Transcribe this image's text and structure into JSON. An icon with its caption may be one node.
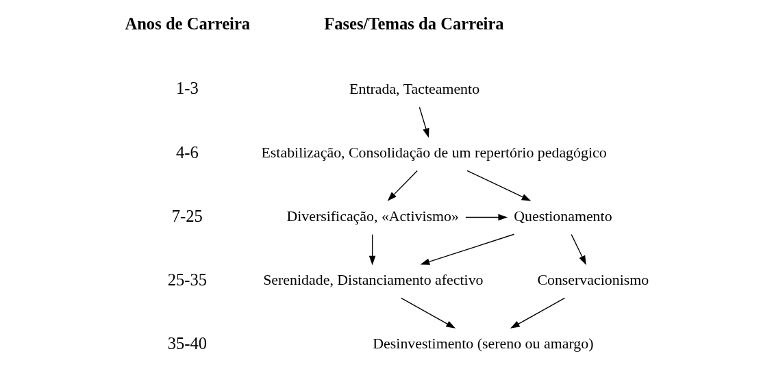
{
  "diagram": {
    "nodes": [
      {
        "text": [
          "Entrada, Tacteamento"
        ]
      },
      {
        "text": [
          "Estabilização, Consolidação de um repertório pedagógico"
        ]
      },
      {
        "text": [
          "Diversificação, «Activismo»"
        ]
      },
      {
        "text": [
          "Questionamento"
        ]
      },
      {
        "text": [
          "Serenidade, Distanciamento afectivo"
        ]
      },
      {
        "text": [
          "Conservacionismo"
        ]
      },
      {
        "text": [
          "Desinvestimento (sereno ou amargo)"
        ]
      }
    ],
    "edges": [
      {
        "from": 0,
        "to": 1,
        "arrow": "to"
      },
      {
        "from": 1,
        "to": 2,
        "arrow": "to"
      },
      {
        "from": 1,
        "to": 3,
        "arrow": "to"
      },
      {
        "from": 2,
        "to": 3,
        "arrow": "to"
      },
      {
        "from": 2,
        "to": 4,
        "arrow": "to"
      },
      {
        "from": 3,
        "to": 4,
        "arrow": "to"
      },
      {
        "from": 3,
        "to": 5,
        "arrow": "to"
      },
      {
        "from": 4,
        "to": 6,
        "arrow": "to"
      },
      {
        "from": 5,
        "to": 6,
        "arrow": "to"
      }
    ],
    "labels": [
      "Anos de Carreira",
      "Fases/Temas da Carreira",
      "1-3",
      "4-6",
      "7-25",
      "25-35",
      "35-40"
    ]
  }
}
